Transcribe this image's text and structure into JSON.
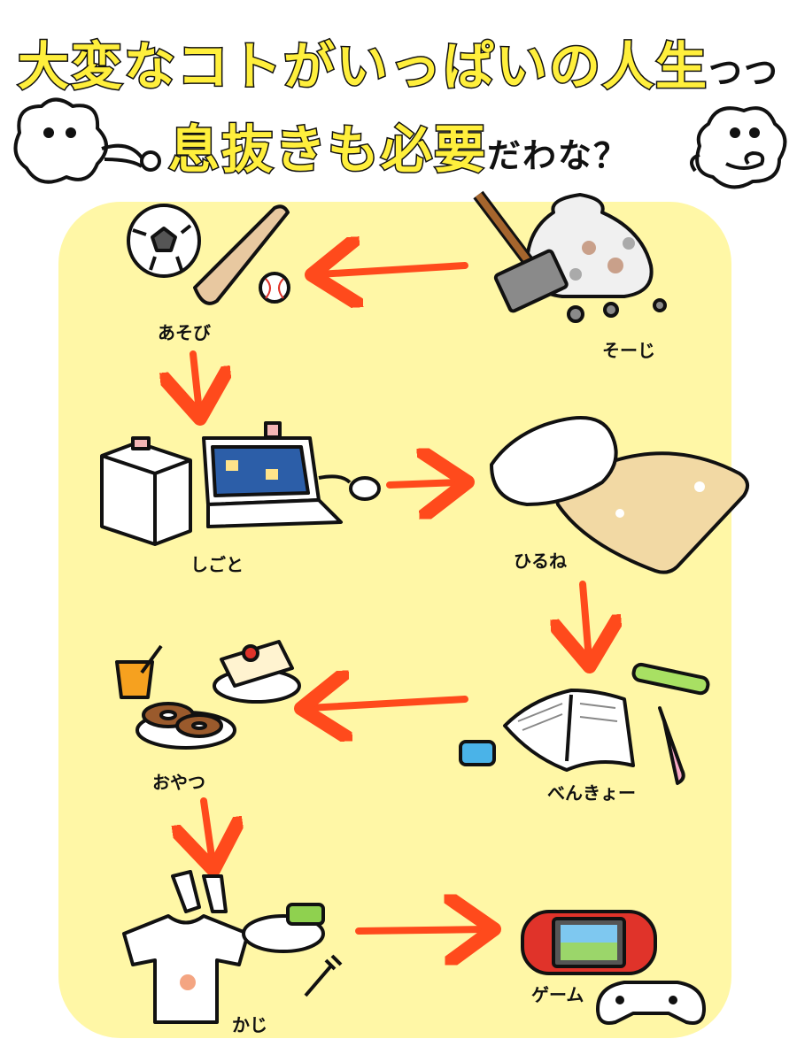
{
  "title": {
    "line1": "大変なコトがいっぱいの人生",
    "line1_tail": "つつ",
    "line2": "息抜きも必要",
    "line2_tail": "だわな？"
  },
  "activities": [
    {
      "id": "souji",
      "label": "そーじ",
      "icon": "cleaning-icon"
    },
    {
      "id": "asobi",
      "label": "あそび",
      "icon": "sports-icon"
    },
    {
      "id": "shigoto",
      "label": "しごと",
      "icon": "laptop-icon"
    },
    {
      "id": "hirune",
      "label": "ひるね",
      "icon": "pillow-icon"
    },
    {
      "id": "benkyo",
      "label": "べんきょー",
      "icon": "book-icon"
    },
    {
      "id": "oyatsu",
      "label": "おやつ",
      "icon": "snack-icon"
    },
    {
      "id": "kaji",
      "label": "かじ",
      "icon": "laundry-icon"
    },
    {
      "id": "game",
      "label": "ゲーム",
      "icon": "game-console-icon"
    }
  ],
  "colors": {
    "panel": "#fff7a6",
    "title_fill": "#ffef3c",
    "arrow": "#ff4a1c",
    "outline": "#111111"
  }
}
